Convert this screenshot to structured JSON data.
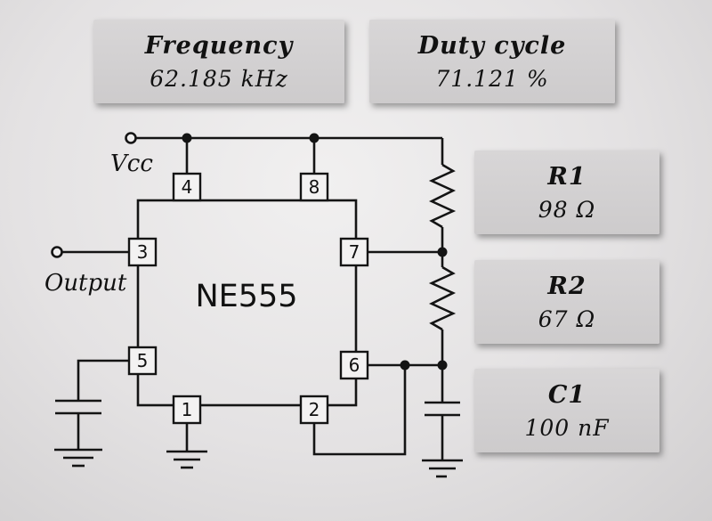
{
  "readouts": {
    "frequency": {
      "label": "Frequency",
      "value": "62.185 kHz"
    },
    "duty_cycle": {
      "label": "Duty cycle",
      "value": "71.121 %"
    }
  },
  "components": {
    "r1": {
      "label": "R1",
      "value": "98 Ω"
    },
    "r2": {
      "label": "R2",
      "value": "67 Ω"
    },
    "c1": {
      "label": "C1",
      "value": "100 nF"
    }
  },
  "circuit": {
    "chip": "NE555",
    "vcc": "Vcc",
    "output": "Output",
    "pins": {
      "p1": "1",
      "p2": "2",
      "p3": "3",
      "p4": "4",
      "p5": "5",
      "p6": "6",
      "p7": "7",
      "p8": "8"
    }
  },
  "colors": {
    "wire": "#141414",
    "panel": "#d3d1d2",
    "background": "#e4e2e3"
  }
}
